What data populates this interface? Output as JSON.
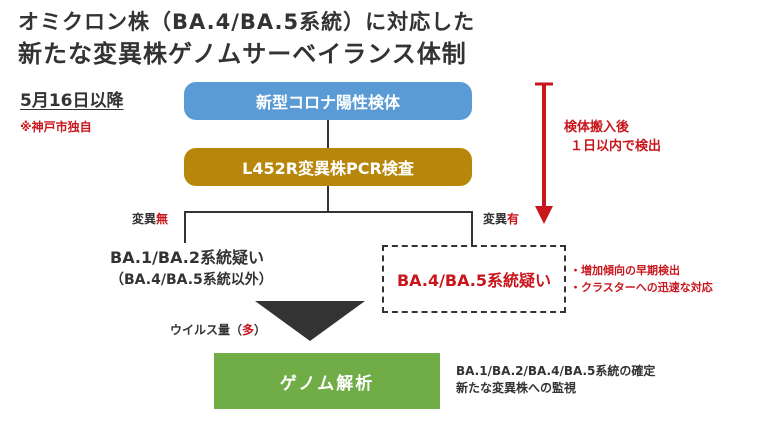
{
  "title": {
    "line1": "オミクロン株（BA.4/BA.5系統）に対応した",
    "line2": "新たな変異株ゲノムサーベイランス体制"
  },
  "date_label": "5月16日以降",
  "note": "※神戸市独自",
  "steps": {
    "specimen": "新型コロナ陽性検体",
    "pcr": "L452R変異株PCR検査",
    "genome": "ゲノム解析"
  },
  "timing": {
    "line1": "検体搬入後",
    "line2": "１日以内で検出"
  },
  "branches": {
    "negative_prefix": "変異",
    "negative_mark": "無",
    "positive_prefix": "変異",
    "positive_mark": "有"
  },
  "negative_result": {
    "line1": "BA.1/BA.2系統疑い",
    "line2": "（BA.4/BA.5系統以外）"
  },
  "positive_result": "BA.4/BA.5系統疑い",
  "positive_actions": [
    "・増加傾向の早期検出",
    "・クラスターへの迅速な対応"
  ],
  "virus_amount": {
    "prefix": "ウイルス量（",
    "mark": "多",
    "suffix": "）"
  },
  "genome_outcome": {
    "line1": "BA.1/BA.2/BA.4/BA.5系統の確定",
    "line2": "新たな変異株への監視"
  },
  "colors": {
    "specimen_box": "#5b9bd5",
    "pcr_box": "#b8860b",
    "genome_box": "#70ad47",
    "accent_red": "#c8161d"
  }
}
